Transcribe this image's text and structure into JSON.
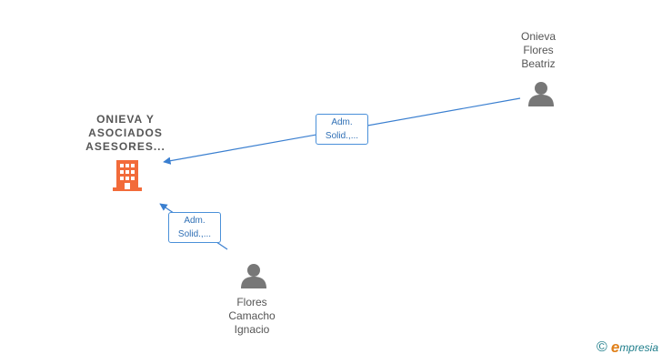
{
  "nodes": {
    "company": {
      "name_lines": [
        "ONIEVA Y",
        "ASOCIADOS",
        "ASESORES..."
      ],
      "icon": "building-icon",
      "color": "#f26b3a"
    },
    "person_1": {
      "name_lines": [
        "Onieva",
        "Flores",
        "Beatriz"
      ],
      "icon": "person-icon",
      "color": "#777777"
    },
    "person_2": {
      "name_lines": [
        "Flores",
        "Camacho",
        "Ignacio"
      ],
      "icon": "person-icon",
      "color": "#777777"
    }
  },
  "edges": [
    {
      "from": "person_1",
      "to": "company",
      "label_lines": [
        "Adm.",
        "Solid.,..."
      ]
    },
    {
      "from": "person_2",
      "to": "company",
      "label_lines": [
        "Adm.",
        "Solid.,..."
      ]
    }
  ],
  "colors": {
    "edge": "#3a7fd0",
    "edge_label_border": "#4a90d9"
  },
  "footer": {
    "copyright_symbol": "©",
    "brand_initial": "e",
    "brand_rest": "mpresia"
  }
}
